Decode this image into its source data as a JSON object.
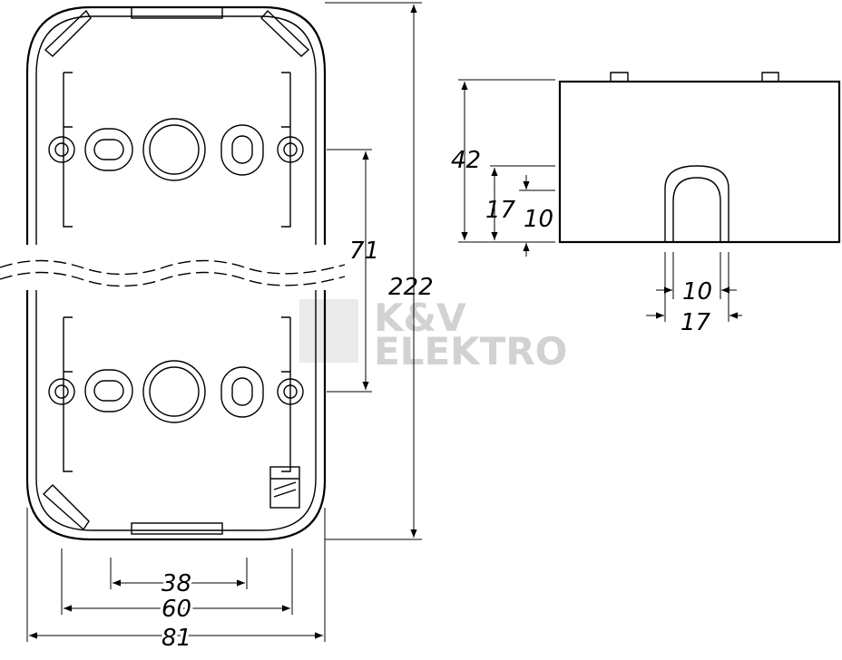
{
  "watermark": {
    "line1": "K&V",
    "line2": "ELEKTRO",
    "color": "#d2d2d2"
  },
  "front_view": {
    "dimensions": {
      "height_total": "222",
      "pitch": "71",
      "width_inner": "38",
      "width_mid": "60",
      "width_total": "81"
    }
  },
  "side_view": {
    "dimensions": {
      "depth": "42",
      "entry_height": "17",
      "entry_offset": "10",
      "slot_width": "10",
      "slot_outer_width": "17"
    }
  }
}
